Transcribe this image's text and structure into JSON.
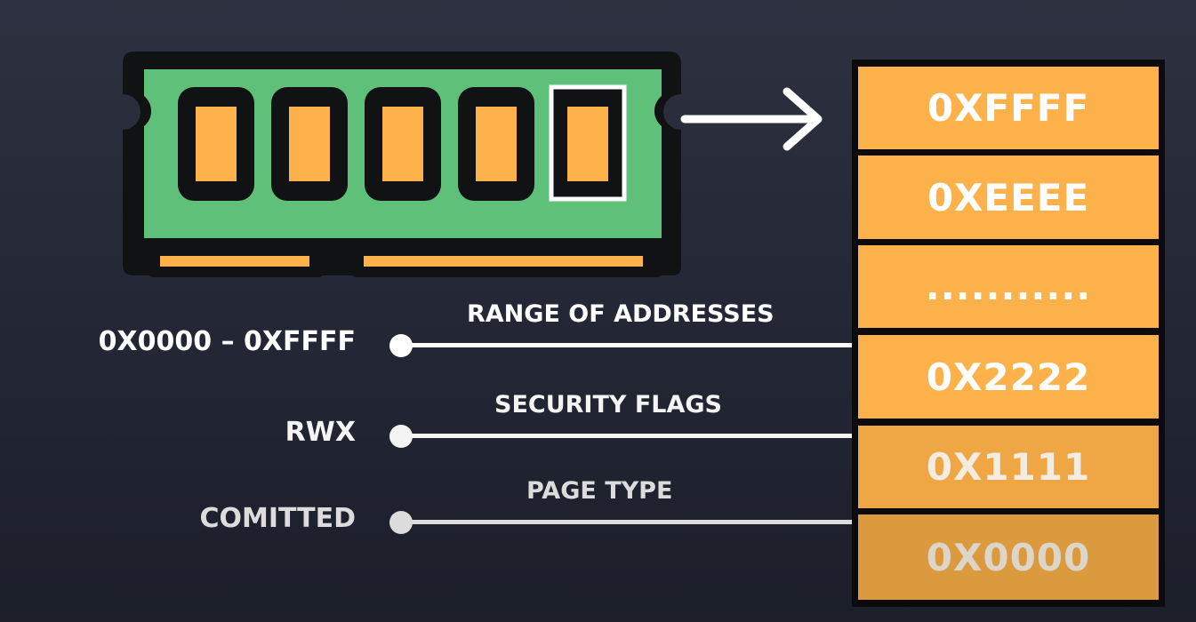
{
  "memory_stack": [
    {
      "label": "0XFFFF",
      "bg": "#fcb14b",
      "fg": "#ffffff"
    },
    {
      "label": "0XEEEE",
      "bg": "#fcb14b",
      "fg": "#ffffff"
    },
    {
      "label": "...........",
      "bg": "#fcb14b",
      "fg": "#ffffff"
    },
    {
      "label": "0X2222",
      "bg": "#fcb14b",
      "fg": "#ffffff"
    },
    {
      "label": "0X1111",
      "bg": "#efa645",
      "fg": "#f2ece1"
    },
    {
      "label": "0X0000",
      "bg": "#dc9a3f",
      "fg": "#dcd6ca"
    }
  ],
  "attributes": [
    {
      "caption": "RANGE OF ADDRESSES",
      "value": "0X0000 – 0XFFFF",
      "color": "#ffffff"
    },
    {
      "caption": "SECURITY FLAGS",
      "value": "RWX",
      "color": "#f4f4f4"
    },
    {
      "caption": "PAGE TYPE",
      "value": "COMITTED",
      "color": "#dcdcdc"
    }
  ],
  "colors": {
    "ram_board": "#5fc07a",
    "ram_chip": "#fcb14b",
    "outline": "#111214",
    "highlight": "#ffffff"
  }
}
